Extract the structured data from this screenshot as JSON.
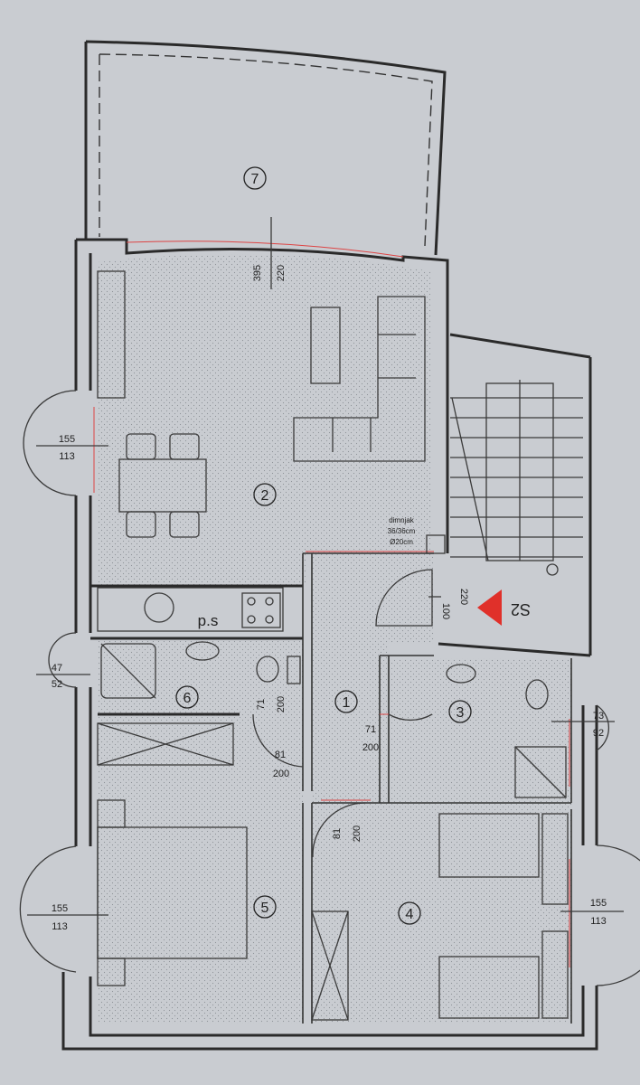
{
  "rooms": [
    "7",
    "2",
    "1",
    "3",
    "4",
    "5",
    "6"
  ],
  "dimensions": {
    "living_top": "395",
    "living_bottom": "220",
    "window_left_top": "155",
    "window_left_bottom": "113",
    "bath_window_top": "47",
    "bath_window_bottom": "52",
    "door_bath_top": "71",
    "door_bath_bottom": "200",
    "door_bed5_top": "81",
    "door_bed5_bottom": "200",
    "door_room3_top": "71",
    "door_room3_bottom": "200",
    "door_bed4_top": "81",
    "door_bed4_bottom": "200",
    "entry_top": "220",
    "entry_bottom": "100",
    "room3_window_top": "73",
    "room3_window_bottom": "92",
    "bed5_window_top": "155",
    "bed5_window_bottom": "113",
    "bed4_window_top": "155",
    "bed4_window_bottom": "113"
  },
  "labels": {
    "chimney_title": "dimnjak",
    "chimney_size": "36/36cm",
    "chimney_diameter": "Ø20cm",
    "ps_label": "p.s",
    "entrance_label": "S2"
  },
  "colors": {
    "paper": "#c9ccd1",
    "wall": "#2a2a2a",
    "accent_red": "#e0302a"
  }
}
